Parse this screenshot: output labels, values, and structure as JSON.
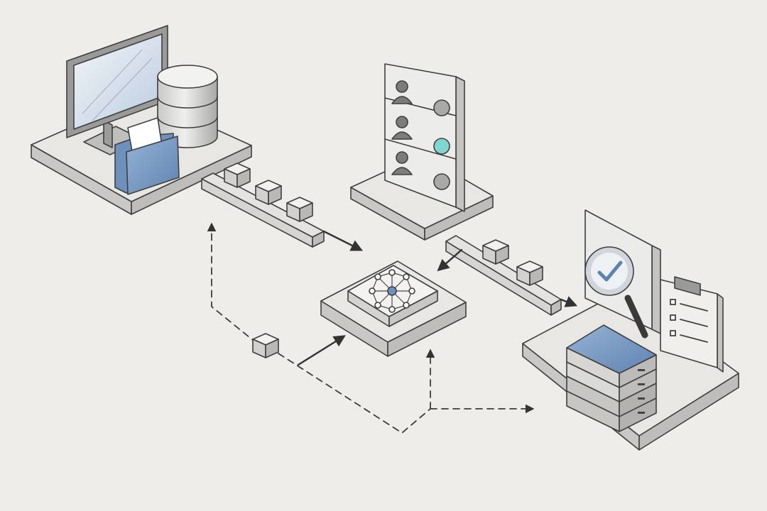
{
  "diagram": {
    "style": "pencil-sketch isometric",
    "nodes": [
      {
        "id": "source-workstation",
        "icons": [
          "monitor-icon",
          "database-icon",
          "folder-icon",
          "document-icon"
        ]
      },
      {
        "id": "identity-panel",
        "icons": [
          "user-icon",
          "user-icon",
          "user-icon",
          "status-dot-icon"
        ],
        "rows": 3,
        "highlighted_row": 2
      },
      {
        "id": "central-hub",
        "icons": [
          "network-icon"
        ]
      },
      {
        "id": "verification-station",
        "icons": [
          "magnifier-check-icon",
          "checklist-clipboard-icon",
          "server-stack-icon"
        ]
      }
    ],
    "edges": [
      {
        "from": "source-workstation",
        "to": "central-hub",
        "kind": "conveyor",
        "packets": 3
      },
      {
        "from": "identity-panel",
        "to": "central-hub",
        "kind": "arrow"
      },
      {
        "from": "identity-panel",
        "to": "verification-station",
        "kind": "conveyor",
        "packets": 2
      },
      {
        "from": "central-hub",
        "to": "source-workstation",
        "kind": "dashed-loop"
      },
      {
        "from": "central-hub",
        "to": "verification-station",
        "kind": "dashed"
      },
      {
        "from": "packet",
        "to": "central-hub",
        "kind": "arrow"
      }
    ],
    "colors": {
      "background": "#efedea",
      "ink": "#3f3f3f",
      "accent_blue": "#7d9ec8",
      "accent_teal": "#7fd6cf",
      "surface": "#e8e7e4"
    }
  }
}
